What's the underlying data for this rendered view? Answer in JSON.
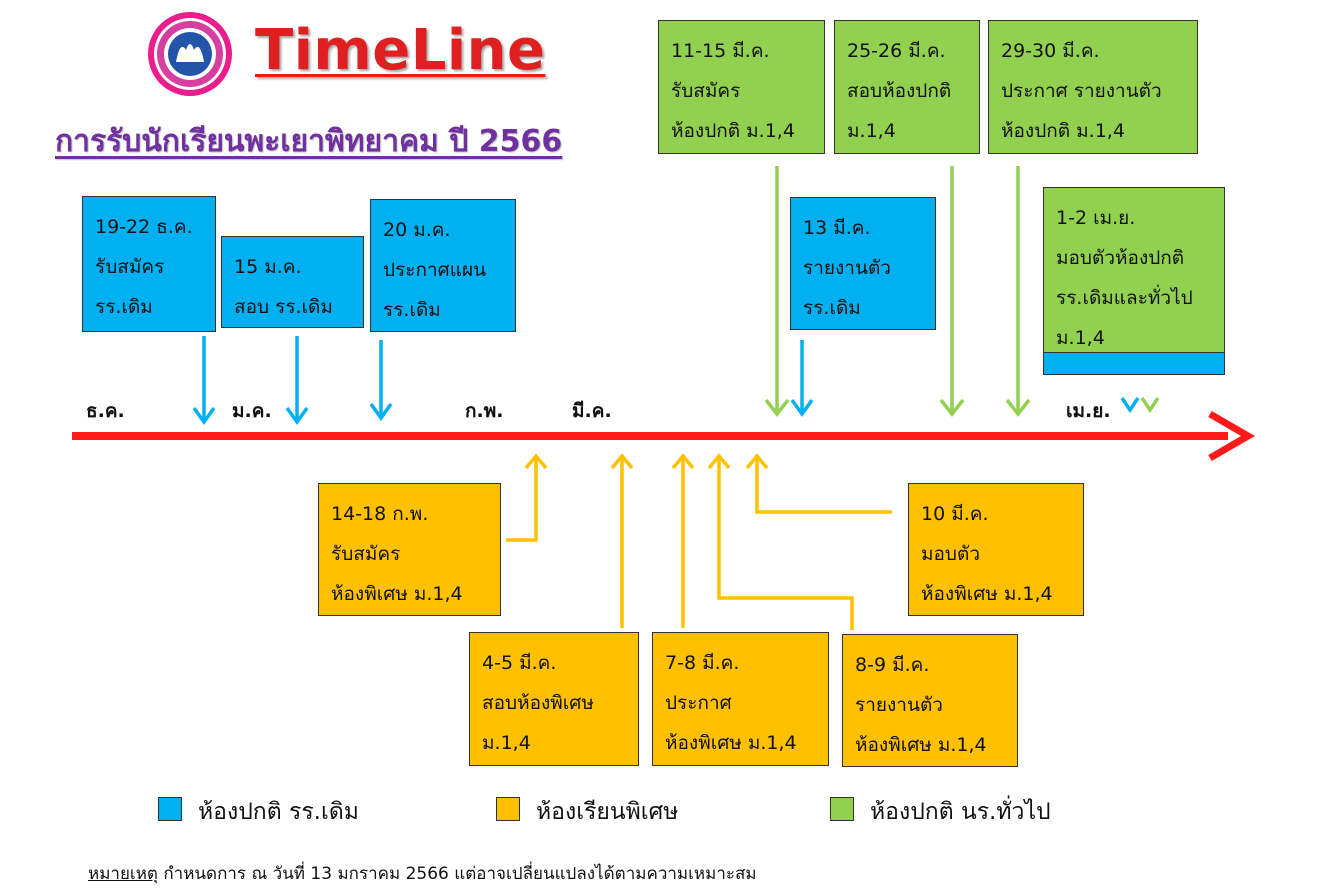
{
  "title": "TimeLine",
  "subtitle": "การรับนักเรียนพะเยาพิทยาคม ปี 2566",
  "colors": {
    "blue": "#00b0f0",
    "orange": "#ffc000",
    "green": "#92d050",
    "timeline": "#ff1a1a",
    "title": "#e02020",
    "subtitle": "#7030a0"
  },
  "months": [
    "ธ.ค.",
    "ม.ค.",
    "ก.พ.",
    "มี.ค.",
    "เม.ย."
  ],
  "blue_boxes": [
    {
      "lines": [
        "19-22 ธ.ค.",
        "รับสมัคร",
        "รร.เดิม"
      ]
    },
    {
      "lines": [
        "15 ม.ค.",
        "สอบ รร.เดิม"
      ]
    },
    {
      "lines": [
        "20 ม.ค.",
        "ประกาศแผน",
        "รร.เดิม"
      ]
    },
    {
      "lines": [
        "13 มี.ค.",
        "รายงานตัว",
        "รร.เดิม"
      ]
    }
  ],
  "green_boxes": [
    {
      "lines": [
        "11-15 มี.ค.",
        "รับสมัคร",
        "ห้องปกติ ม.1,4"
      ]
    },
    {
      "lines": [
        "25-26 มี.ค.",
        "สอบห้องปกติ",
        "ม.1,4"
      ]
    },
    {
      "lines": [
        "29-30 มี.ค.",
        "ประกาศ รายงานตัว",
        "ห้องปกติ ม.1,4"
      ]
    },
    {
      "lines": [
        "1-2 เม.ย.",
        "มอบตัวห้องปกติ",
        "รร.เดิมและทั่วไป",
        "ม.1,4"
      ]
    }
  ],
  "orange_boxes": [
    {
      "lines": [
        "14-18 ก.พ.",
        "รับสมัคร",
        "ห้องพิเศษ ม.1,4"
      ]
    },
    {
      "lines": [
        "4-5 มี.ค.",
        "สอบห้องพิเศษ",
        "ม.1,4"
      ]
    },
    {
      "lines": [
        "7-8 มี.ค.",
        "ประกาศ",
        "ห้องพิเศษ ม.1,4"
      ]
    },
    {
      "lines": [
        "8-9 มี.ค.",
        "รายงานตัว",
        "ห้องพิเศษ ม.1,4"
      ]
    },
    {
      "lines": [
        "10 มี.ค.",
        "มอบตัว",
        "ห้องพิเศษ ม.1,4"
      ]
    }
  ],
  "legend": [
    {
      "label": "ห้องปกติ รร.เดิม",
      "color": "#00b0f0"
    },
    {
      "label": "ห้องเรียนพิเศษ",
      "color": "#ffc000"
    },
    {
      "label": "ห้องปกติ นร.ทั่วไป",
      "color": "#92d050"
    }
  ],
  "note": {
    "key": "หมายเหตุ",
    "text": " กำหนดการ ณ วันที่ 13 มกราคม 2566 แต่อาจเปลี่ยนแปลงได้ตามความเหมาะสม"
  }
}
